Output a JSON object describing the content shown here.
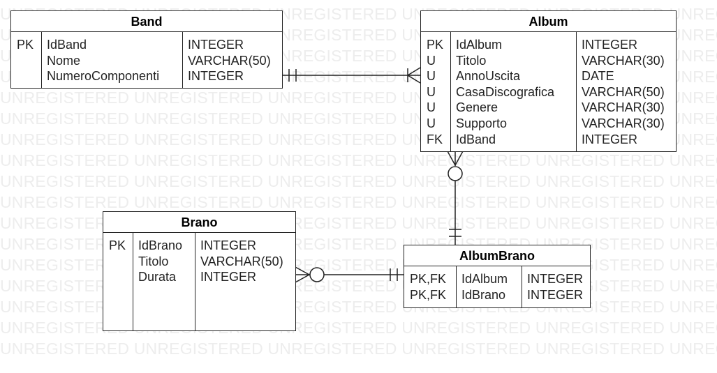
{
  "watermark": {
    "text": "UNREGISTERED UNREGISTERED UNREGISTERED UNREGISTERED UNREGISTERED UNREGISTERED"
  },
  "entities": {
    "band": {
      "name": "Band",
      "rows": [
        {
          "key": "PK",
          "attr": "IdBand",
          "type": "INTEGER"
        },
        {
          "key": "",
          "attr": "Nome",
          "type": "VARCHAR(50)"
        },
        {
          "key": "",
          "attr": "NumeroComponenti",
          "type": "INTEGER"
        }
      ]
    },
    "album": {
      "name": "Album",
      "rows": [
        {
          "key": "PK",
          "attr": "IdAlbum",
          "type": "INTEGER"
        },
        {
          "key": "U",
          "attr": "Titolo",
          "type": "VARCHAR(30)"
        },
        {
          "key": "U",
          "attr": "AnnoUscita",
          "type": "DATE"
        },
        {
          "key": "U",
          "attr": "CasaDiscografica",
          "type": "VARCHAR(50)"
        },
        {
          "key": "U",
          "attr": "Genere",
          "type": "VARCHAR(30)"
        },
        {
          "key": "U",
          "attr": "Supporto",
          "type": "VARCHAR(30)"
        },
        {
          "key": "FK",
          "attr": "IdBand",
          "type": "INTEGER"
        }
      ]
    },
    "brano": {
      "name": "Brano",
      "rows": [
        {
          "key": "PK",
          "attr": "IdBrano",
          "type": "INTEGER"
        },
        {
          "key": "",
          "attr": "Titolo",
          "type": "VARCHAR(50)"
        },
        {
          "key": "",
          "attr": "Durata",
          "type": "INTEGER"
        }
      ]
    },
    "albumbrano": {
      "name": "AlbumBrano",
      "rows": [
        {
          "key": "PK,FK",
          "attr": "IdAlbum",
          "type": "INTEGER"
        },
        {
          "key": "PK,FK",
          "attr": "IdBrano",
          "type": "INTEGER"
        }
      ]
    }
  },
  "relationships": [
    {
      "from": "band",
      "from_cardinality": "one-and-only-one",
      "to": "album",
      "to_cardinality": "one-or-many"
    },
    {
      "from": "album",
      "from_cardinality": "zero-or-many",
      "to": "albumbrano",
      "to_cardinality": "one-and-only-one"
    },
    {
      "from": "brano",
      "from_cardinality": "zero-or-many",
      "to": "albumbrano",
      "to_cardinality": "one-and-only-one"
    }
  ],
  "colors": {
    "line": "#222222",
    "watermark": "#ededed",
    "background": "#ffffff"
  }
}
